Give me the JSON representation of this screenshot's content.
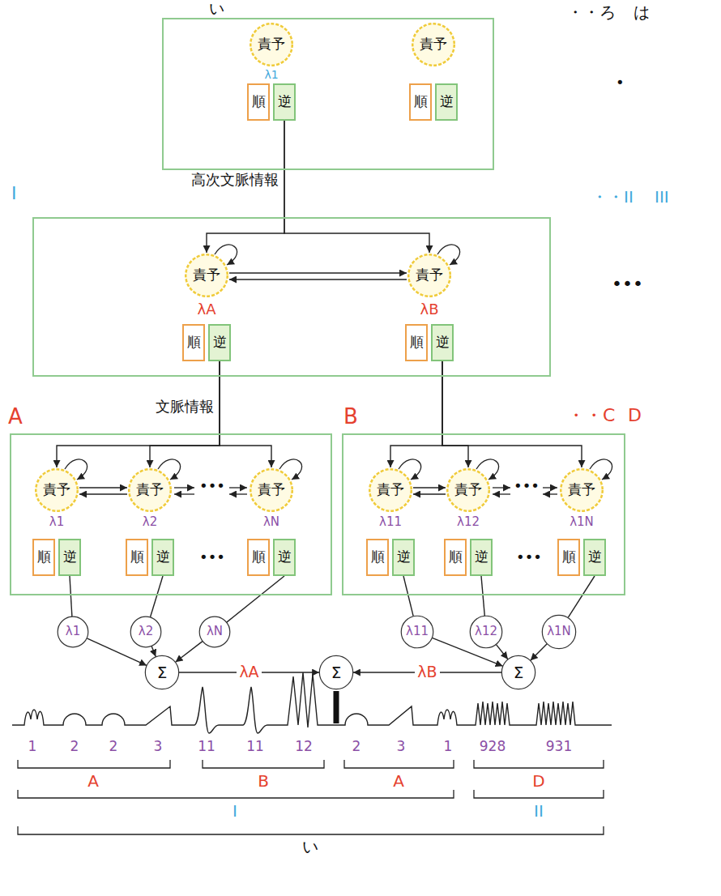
{
  "diagram": {
    "nodes": [
      {
        "text": [
          "い"
        ]
      },
      {
        "text": [
          "責予"
        ],
        "in": 0
      },
      {
        "text": [
          "順"
        ],
        "in": 0
      },
      {
        "text": [
          "逆"
        ],
        "in": 0
      },
      {
        "text": [
          "責予"
        ],
        "in": 0
      },
      {
        "text": [
          "順"
        ],
        "in": 0
      },
      {
        "text": [
          "逆"
        ],
        "in": 0
      },
      {
        "text": [
          "I"
        ]
      },
      {
        "text": [
          "責予"
        ],
        "in": 7
      },
      {
        "text": [
          "責予"
        ],
        "in": 7
      },
      {
        "text": [
          "順"
        ],
        "in": 7
      },
      {
        "text": [
          "逆"
        ],
        "in": 7
      },
      {
        "text": [
          "順"
        ],
        "in": 7
      },
      {
        "text": [
          "逆"
        ],
        "in": 7
      },
      {
        "text": [
          "A"
        ]
      },
      {
        "text": [
          "責予"
        ],
        "in": 14
      },
      {
        "text": [
          "責予"
        ],
        "in": 14
      },
      {
        "text": [
          "責予"
        ],
        "in": 14
      },
      {
        "text": [
          "順"
        ],
        "in": 14
      },
      {
        "text": [
          "逆"
        ],
        "in": 14
      },
      {
        "text": [
          "順"
        ],
        "in": 14
      },
      {
        "text": [
          "逆"
        ],
        "in": 14
      },
      {
        "text": [
          "順"
        ],
        "in": 14
      },
      {
        "text": [
          "逆"
        ],
        "in": 14
      },
      {
        "text": [
          "B"
        ]
      },
      {
        "text": [
          "責予"
        ],
        "in": 24
      },
      {
        "text": [
          "責予"
        ],
        "in": 24
      },
      {
        "text": [
          "責予"
        ],
        "in": 24
      },
      {
        "text": [
          "順"
        ],
        "in": 24
      },
      {
        "text": [
          "逆"
        ],
        "in": 24
      },
      {
        "text": [
          "順"
        ],
        "in": 24
      },
      {
        "text": [
          "逆"
        ],
        "in": 24
      },
      {
        "text": [
          "順"
        ],
        "in": 24
      },
      {
        "text": [
          "逆"
        ],
        "in": 24
      },
      {
        "text": [
          "λ1"
        ]
      },
      {
        "text": [
          "λ2"
        ]
      },
      {
        "text": [
          "λN"
        ]
      },
      {
        "text": [
          "λ11"
        ]
      },
      {
        "text": [
          "λ12"
        ]
      },
      {
        "text": [
          "λ1N"
        ]
      },
      {
        "text": [
          "Σ"
        ]
      },
      {
        "text": [
          "Σ"
        ]
      },
      {
        "text": [
          "Σ"
        ]
      }
    ],
    "edges": [
      {
        "from": 3,
        "to": 8,
        "arrow": "to"
      },
      {
        "from": 3,
        "to": 9,
        "arrow": "to"
      },
      {
        "from": 8,
        "to": 9,
        "arrow": "to"
      },
      {
        "from": 9,
        "to": 8,
        "arrow": "to"
      },
      {
        "from": 11,
        "to": 15,
        "arrow": "to"
      },
      {
        "from": 11,
        "to": 16,
        "arrow": "to"
      },
      {
        "from": 11,
        "to": 17,
        "arrow": "to"
      },
      {
        "from": 13,
        "to": 25,
        "arrow": "to"
      },
      {
        "from": 13,
        "to": 26,
        "arrow": "to"
      },
      {
        "from": 13,
        "to": 27,
        "arrow": "to"
      },
      {
        "from": 15,
        "to": 16,
        "arrow": "to"
      },
      {
        "from": 16,
        "to": 15,
        "arrow": "to"
      },
      {
        "from": 25,
        "to": 26,
        "arrow": "to"
      },
      {
        "from": 26,
        "to": 25,
        "arrow": "to"
      },
      {
        "from": 19,
        "to": 34,
        "arrow": "none"
      },
      {
        "from": 21,
        "to": 35,
        "arrow": "none"
      },
      {
        "from": 23,
        "to": 36,
        "arrow": "none"
      },
      {
        "from": 29,
        "to": 37,
        "arrow": "none"
      },
      {
        "from": 31,
        "to": 38,
        "arrow": "none"
      },
      {
        "from": 33,
        "to": 39,
        "arrow": "none"
      },
      {
        "from": 34,
        "to": 40,
        "arrow": "to"
      },
      {
        "from": 35,
        "to": 40,
        "arrow": "to"
      },
      {
        "from": 36,
        "to": 40,
        "arrow": "to"
      },
      {
        "from": 37,
        "to": 42,
        "arrow": "to"
      },
      {
        "from": 38,
        "to": 42,
        "arrow": "to"
      },
      {
        "from": 39,
        "to": 42,
        "arrow": "to"
      },
      {
        "from": 40,
        "to": 41,
        "arrow": "to",
        "label": "λA"
      },
      {
        "from": 42,
        "to": 41,
        "arrow": "to",
        "label": "λB"
      }
    ],
    "labels": [
      "・・ろ",
      "は",
      "λ1",
      "•",
      "高次文脈情報",
      "・・II",
      "III",
      "•••",
      "λA",
      "λB",
      "文脈情報",
      "・・C",
      "D",
      "•••",
      "•••",
      "λ1",
      "λ2",
      "λN",
      "•••",
      "•••",
      "λ11",
      "λ12",
      "λ1N",
      "1",
      "2",
      "2",
      "3",
      "11",
      "11",
      "12",
      "2",
      "3",
      "1",
      "928",
      "931",
      "A",
      "B",
      "A",
      "D",
      "I",
      "II",
      "い"
    ]
  }
}
